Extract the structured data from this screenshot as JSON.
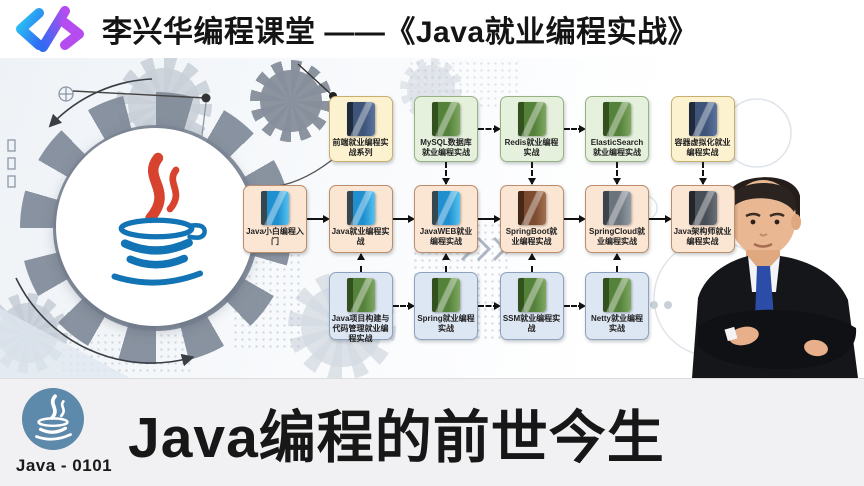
{
  "header": {
    "brand_text": "李兴华编程课堂 ——《Java就业编程实战》"
  },
  "icons": {
    "header_logo": "code-brackets-icon",
    "hero": "java-logo-icon",
    "footer_badge": "java-cup-icon"
  },
  "palette": {
    "logo_gradient": {
      "cyan": "#29c9f2",
      "blue": "#2f6bf3",
      "purple": "#b44cf0"
    },
    "badge_bg": "#5d89ab",
    "java_red": "#d8432f",
    "java_blue": "#1273b5",
    "box": {
      "yellow": {
        "fill": "#fdf2cf",
        "border": "#c9af6e"
      },
      "green": {
        "fill": "#e5f1dc",
        "border": "#97b183"
      },
      "peach": {
        "fill": "#fbe5d3",
        "border": "#bb8d6d"
      },
      "blue": {
        "fill": "#dde6f3",
        "border": "#8fa2bd"
      }
    },
    "book": {
      "navy": {
        "spine": "#1f2b3d",
        "body": "#3e5478",
        "light": "#5b74a0"
      },
      "green": {
        "spine": "#33501f",
        "body": "#55823b",
        "light": "#7fa862"
      },
      "blue": {
        "spine": "#36474f",
        "body": "#1f8fd0",
        "light": "#56c3f0"
      },
      "brown": {
        "spine": "#452817",
        "body": "#7b4a2f",
        "light": "#a2704f"
      },
      "gray": {
        "spine": "#3c434b",
        "body": "#6b737c",
        "light": "#949ca5"
      },
      "darkgray": {
        "spine": "#23262b",
        "body": "#484e55",
        "light": "#6a7077"
      }
    }
  },
  "roadmap": {
    "nodes": [
      {
        "id": "frontend",
        "col": 2,
        "row": "top",
        "label": "前端就业编程实战系列",
        "box": "yellow",
        "book": "navy"
      },
      {
        "id": "mysql",
        "col": 3,
        "row": "top",
        "label": "MySQL数据库就业编程实战",
        "box": "green",
        "book": "green"
      },
      {
        "id": "redis",
        "col": 4,
        "row": "top",
        "label": "Redis就业编程实战",
        "box": "green",
        "book": "green"
      },
      {
        "id": "elasticsearch",
        "col": 5,
        "row": "top",
        "label": "ElasticSearch就业编程实战",
        "box": "green",
        "book": "green"
      },
      {
        "id": "container",
        "col": 6,
        "row": "top",
        "label": "容器虚拟化就业编程实战",
        "box": "yellow",
        "book": "navy"
      },
      {
        "id": "beginner",
        "col": 1,
        "row": "mid",
        "label": "Java小白编程入门",
        "box": "peach",
        "book": "blue"
      },
      {
        "id": "javajob",
        "col": 2,
        "row": "mid",
        "label": "Java就业编程实战",
        "box": "peach",
        "book": "blue"
      },
      {
        "id": "javaweb",
        "col": 3,
        "row": "mid",
        "label": "JavaWEB就业编程实战",
        "box": "peach",
        "book": "blue"
      },
      {
        "id": "springboot",
        "col": 4,
        "row": "mid",
        "label": "SpringBoot就业编程实战",
        "box": "peach",
        "book": "brown"
      },
      {
        "id": "springcloud",
        "col": 5,
        "row": "mid",
        "label": "SpringCloud就业编程实战",
        "box": "peach",
        "book": "gray"
      },
      {
        "id": "architect",
        "col": 6,
        "row": "mid",
        "label": "Java架构师就业编程实战",
        "box": "peach",
        "book": "darkgray"
      },
      {
        "id": "build",
        "col": 2,
        "row": "bottom",
        "label": "Java项目构建与代码管理就业编程实战",
        "box": "blue",
        "book": "green"
      },
      {
        "id": "spring",
        "col": 3,
        "row": "bottom",
        "label": "Spring就业编程实战",
        "box": "blue",
        "book": "green"
      },
      {
        "id": "ssm",
        "col": 4,
        "row": "bottom",
        "label": "SSM就业编程实战",
        "box": "blue",
        "book": "green"
      },
      {
        "id": "netty",
        "col": 5,
        "row": "bottom",
        "label": "Netty就业编程实战",
        "box": "blue",
        "book": "green"
      }
    ],
    "connections": [
      {
        "from": "beginner",
        "to": "javajob",
        "dir": "right",
        "style": "solid"
      },
      {
        "from": "javajob",
        "to": "javaweb",
        "dir": "right",
        "style": "solid"
      },
      {
        "from": "javaweb",
        "to": "springboot",
        "dir": "right",
        "style": "solid"
      },
      {
        "from": "springboot",
        "to": "springcloud",
        "dir": "right",
        "style": "solid"
      },
      {
        "from": "springcloud",
        "to": "architect",
        "dir": "right",
        "style": "solid"
      },
      {
        "from": "mysql",
        "to": "redis",
        "dir": "right",
        "style": "dashed"
      },
      {
        "from": "redis",
        "to": "elasticsearch",
        "dir": "right",
        "style": "dashed"
      },
      {
        "from": "build",
        "to": "spring",
        "dir": "right",
        "style": "dashed"
      },
      {
        "from": "spring",
        "to": "ssm",
        "dir": "right",
        "style": "dashed"
      },
      {
        "from": "ssm",
        "to": "netty",
        "dir": "right",
        "style": "dashed"
      },
      {
        "from": "mysql",
        "to": "javaweb",
        "dir": "down",
        "style": "dashed"
      },
      {
        "from": "redis",
        "to": "springboot",
        "dir": "down",
        "style": "dashed"
      },
      {
        "from": "elasticsearch",
        "to": "springcloud",
        "dir": "down",
        "style": "dashed"
      },
      {
        "from": "container",
        "to": "architect",
        "dir": "down",
        "style": "dashed"
      },
      {
        "from": "build",
        "to": "javajob",
        "dir": "up",
        "style": "dashed"
      },
      {
        "from": "spring",
        "to": "javaweb",
        "dir": "up",
        "style": "dashed"
      },
      {
        "from": "ssm",
        "to": "springboot",
        "dir": "up",
        "style": "dashed"
      },
      {
        "from": "netty",
        "to": "springcloud",
        "dir": "up",
        "style": "dashed"
      }
    ]
  },
  "footer": {
    "badge_code": "Java - 0101",
    "title": "Java编程的前世今生"
  }
}
